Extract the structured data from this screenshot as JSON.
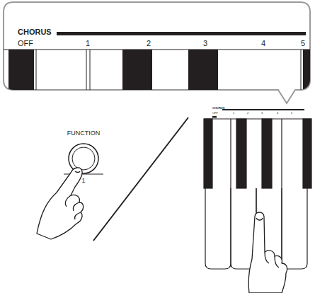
{
  "diagram": {
    "labels": [
      "CHORUS",
      "OFF",
      "1",
      "2",
      "3",
      "4",
      "5",
      "FUNCTION",
      "1",
      "CHORUS",
      "OFF",
      "1",
      "2",
      "3",
      "4",
      "5"
    ]
  }
}
